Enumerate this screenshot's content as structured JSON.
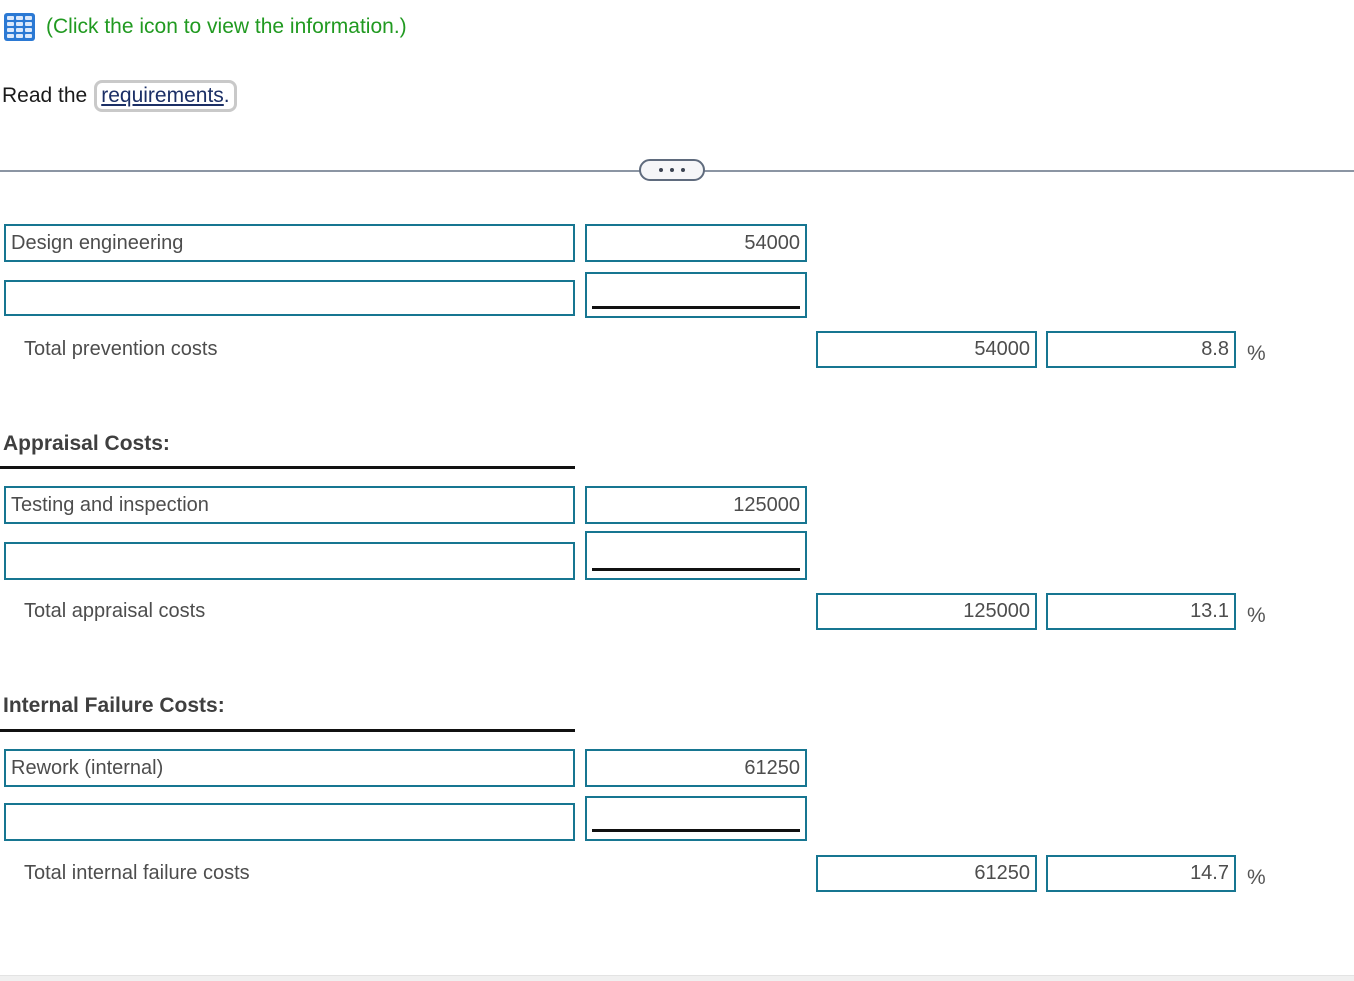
{
  "banner": {
    "icon": "table-grid-icon",
    "text": "(Click the icon to view the information.)"
  },
  "requirements_line": {
    "prefix": "Read the",
    "link_text": "requirements",
    "period": "."
  },
  "divider": {
    "toggle_icon": "ellipsis-icon"
  },
  "percent_symbol": "%",
  "sections": [
    {
      "rows": [
        {
          "description": "Design engineering",
          "amount": "54000"
        },
        {
          "description": "",
          "amount": ""
        }
      ],
      "total_label": "Total prevention costs",
      "total_amount": "54000",
      "total_percent": "8.8"
    },
    {
      "header": "Appraisal Costs:",
      "rows": [
        {
          "description": "Testing and inspection",
          "amount": "125000"
        },
        {
          "description": "",
          "amount": ""
        }
      ],
      "total_label": "Total appraisal costs",
      "total_amount": "125000",
      "total_percent": "13.1"
    },
    {
      "header": "Internal Failure Costs:",
      "rows": [
        {
          "description": "Rework (internal)",
          "amount": "61250"
        },
        {
          "description": "",
          "amount": ""
        }
      ],
      "total_label": "Total internal failure costs",
      "total_amount": "61250",
      "total_percent": "14.7"
    }
  ],
  "colors": {
    "input_border": "#177691",
    "banner_green": "#219a21",
    "link_navy": "#1b2f66",
    "divider_gray": "#8b95a3",
    "rule_black": "#111111"
  }
}
